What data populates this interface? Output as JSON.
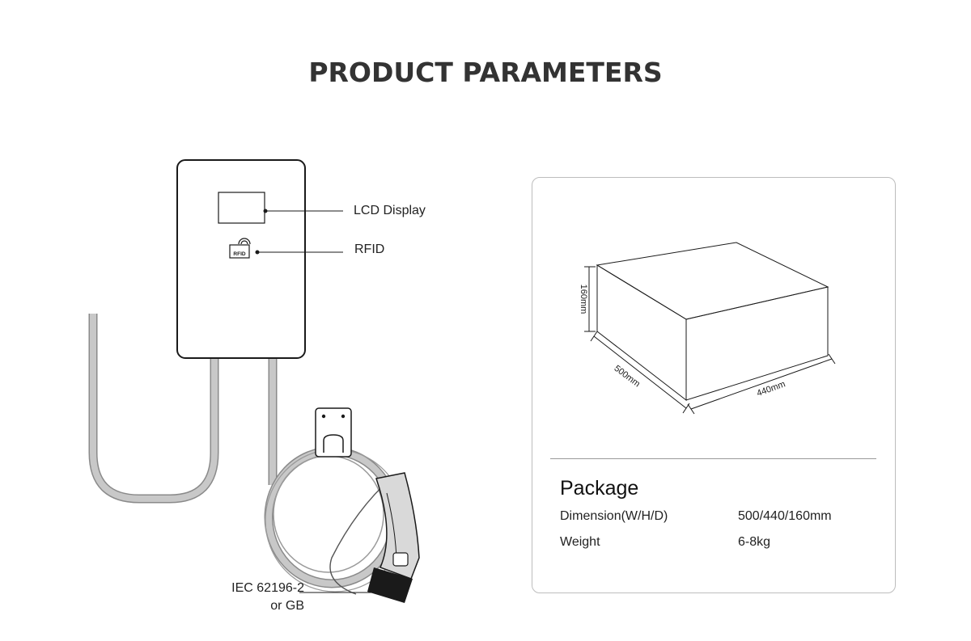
{
  "header": {
    "title": "PRODUCT PARAMETERS"
  },
  "charger": {
    "callouts": {
      "lcd": "LCD Display",
      "rfid": "RFID",
      "connector_line1": "IEC 62196-2",
      "connector_line2": "or GB"
    },
    "rfid_icon_text": "RFID"
  },
  "package": {
    "title": "Package",
    "box_dimensions": {
      "height": "160mm",
      "depth": "500mm",
      "width": "440mm"
    },
    "specs": [
      {
        "name": "Dimension(W/H/D)",
        "value": "500/440/160mm"
      },
      {
        "name": "Weight",
        "value": "6-8kg"
      }
    ]
  },
  "colors": {
    "title": "#333333",
    "outline": "#1a1a1a",
    "cable_fill": "#c8c8c8",
    "cable_stroke": "#8a8a8a",
    "plug_tip": "#1a1a1a",
    "card_border": "#bdbdbd"
  }
}
